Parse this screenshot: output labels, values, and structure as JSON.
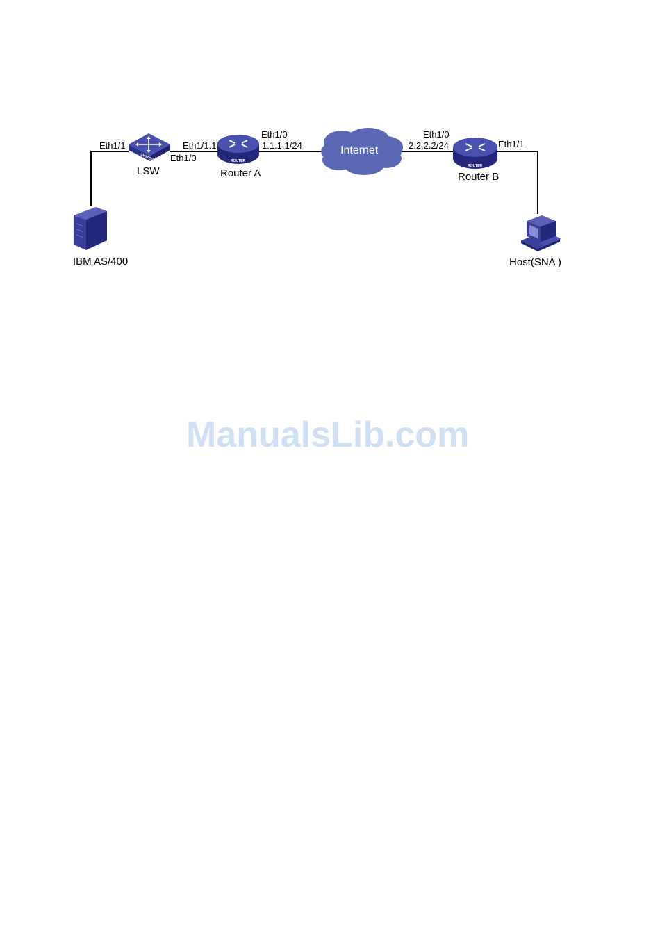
{
  "diagram": {
    "nodes": {
      "ibm": {
        "label": "IBM AS/400"
      },
      "lsw": {
        "label": "LSW",
        "badge": "SWITCH"
      },
      "router_a": {
        "label": "Router A",
        "badge": "ROUTER"
      },
      "internet": {
        "label": "Internet"
      },
      "router_b": {
        "label": "Router B",
        "badge": "ROUTER"
      },
      "host": {
        "label": "Host(SNA )"
      }
    },
    "interfaces": {
      "lsw_eth1_1": "Eth1/1",
      "lsw_eth1_0": "Eth1/0",
      "ra_eth1_1_1": "Eth1/1.1",
      "ra_eth1_0": "Eth1/0",
      "ra_ip": "1.1.1.1/24",
      "rb_eth1_0": "Eth1/0",
      "rb_ip": "2.2.2.2/24",
      "rb_eth1_1": "Eth1/1"
    },
    "colors": {
      "device_blue": "#3a3f9c",
      "device_dark": "#23287a",
      "cloud_blue": "#5b69b5",
      "line": "#000000"
    }
  },
  "watermark": "ManualsLib.com"
}
